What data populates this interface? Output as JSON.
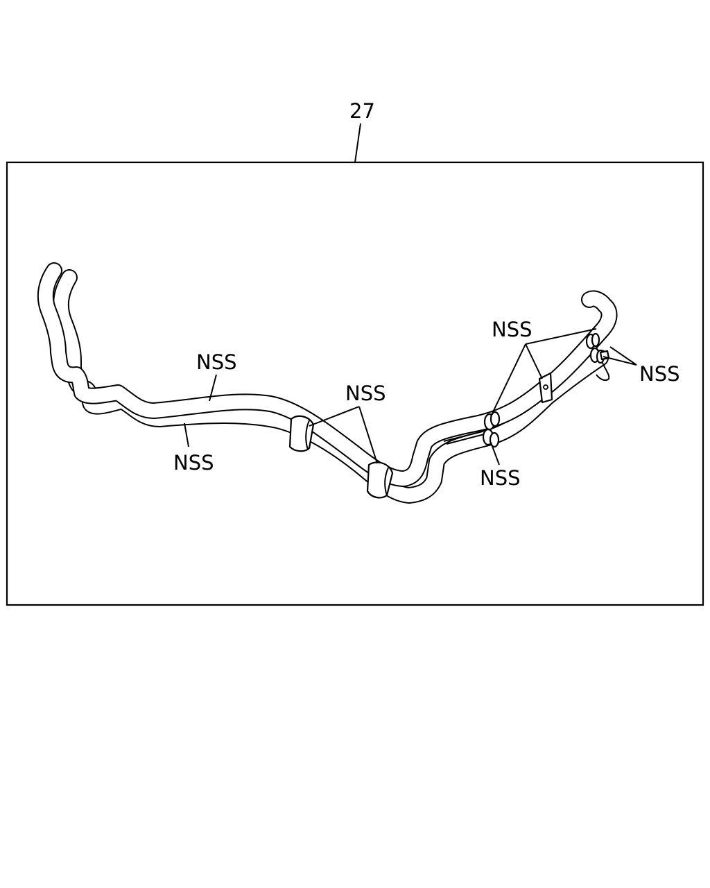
{
  "diagram": {
    "callout_number": "27",
    "labels": {
      "nss_upper_left": "NSS",
      "nss_lower_left": "NSS",
      "nss_center": "NSS",
      "nss_upper_right": "NSS",
      "nss_far_right": "NSS",
      "nss_lower_right": "NSS"
    }
  }
}
